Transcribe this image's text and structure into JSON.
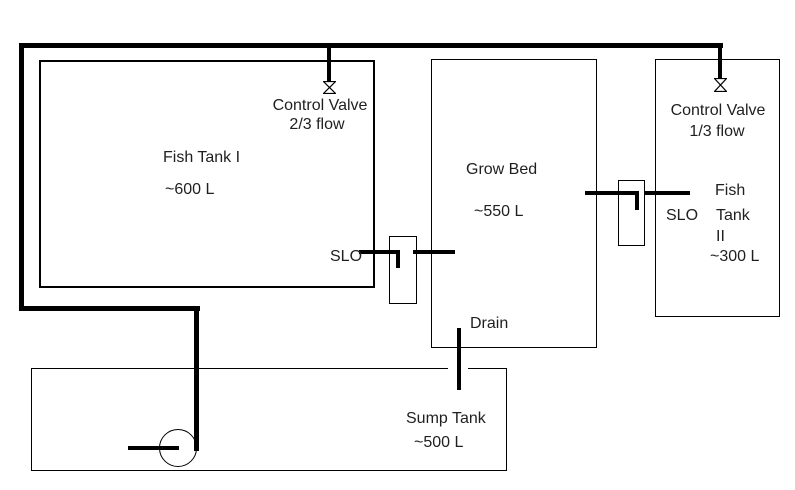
{
  "diagram": {
    "type": "aquaponics-flow-diagram",
    "colors": {
      "line": "#000000",
      "text": "#1f1f1f",
      "background": "#ffffff"
    },
    "tanks": {
      "fish_tank_1": {
        "name": "Fish Tank I",
        "volume": "~600 L"
      },
      "grow_bed": {
        "name": "Grow Bed",
        "volume": "~550 L"
      },
      "fish_tank_2": {
        "name_line_1": "Fish",
        "name_line_2": "Tank",
        "name_line_3": "II",
        "volume": "~300 L"
      },
      "sump_tank": {
        "name": "Sump Tank",
        "volume": "~500 L"
      }
    },
    "valves": {
      "fish_tank_1_inlet": {
        "name": "Control Valve",
        "flow": "2/3 flow"
      },
      "fish_tank_2_inlet": {
        "name": "Control Valve",
        "flow": "1/3 flow"
      }
    },
    "overflows": {
      "slo_1": {
        "label": "SLO"
      },
      "slo_2": {
        "label": "SLO"
      }
    },
    "drain": {
      "label": "Drain"
    }
  }
}
